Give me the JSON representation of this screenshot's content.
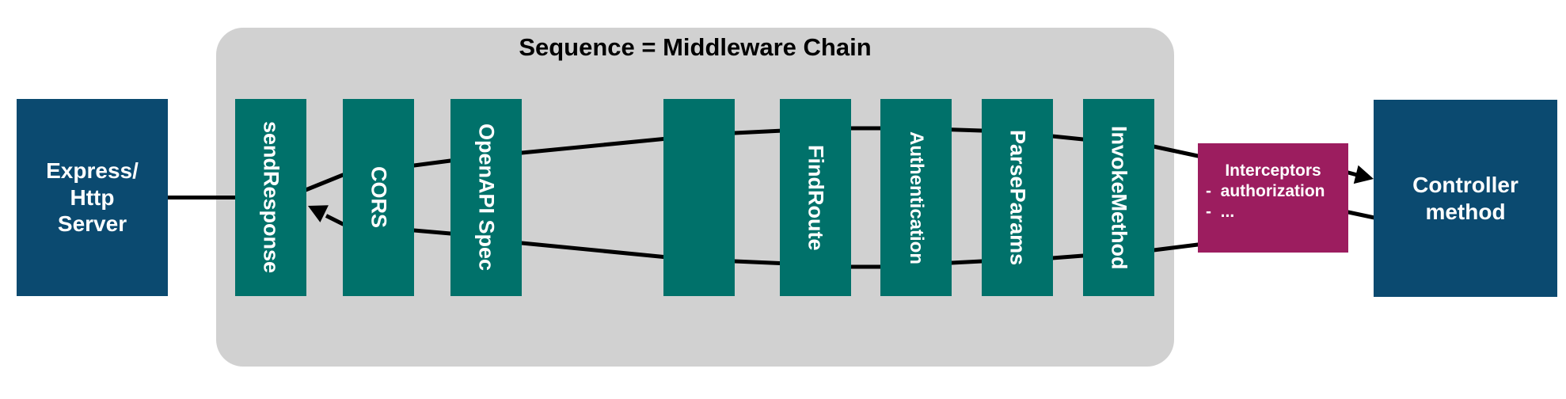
{
  "title": "Sequence = Middleware Chain",
  "express": {
    "label": "Express/\nHttp\nServer"
  },
  "controller": {
    "label": "Controller\nmethod"
  },
  "middleware": {
    "items": [
      {
        "label": "sendResponse"
      },
      {
        "label": "CORS"
      },
      {
        "label": "OpenAPI Spec"
      },
      {
        "label": ""
      },
      {
        "label": "FindRoute"
      },
      {
        "label": "Authentication"
      },
      {
        "label": "ParseParams"
      },
      {
        "label": "InvokeMethod"
      }
    ]
  },
  "interceptors": {
    "title": "Interceptors",
    "bullets": [
      "-  authorization",
      "-  ..."
    ]
  },
  "colors": {
    "navy": "#0b4a70",
    "teal": "#00716a",
    "gray": "#d1d1d1",
    "magenta": "#9c1d5f",
    "line": "#000000"
  }
}
